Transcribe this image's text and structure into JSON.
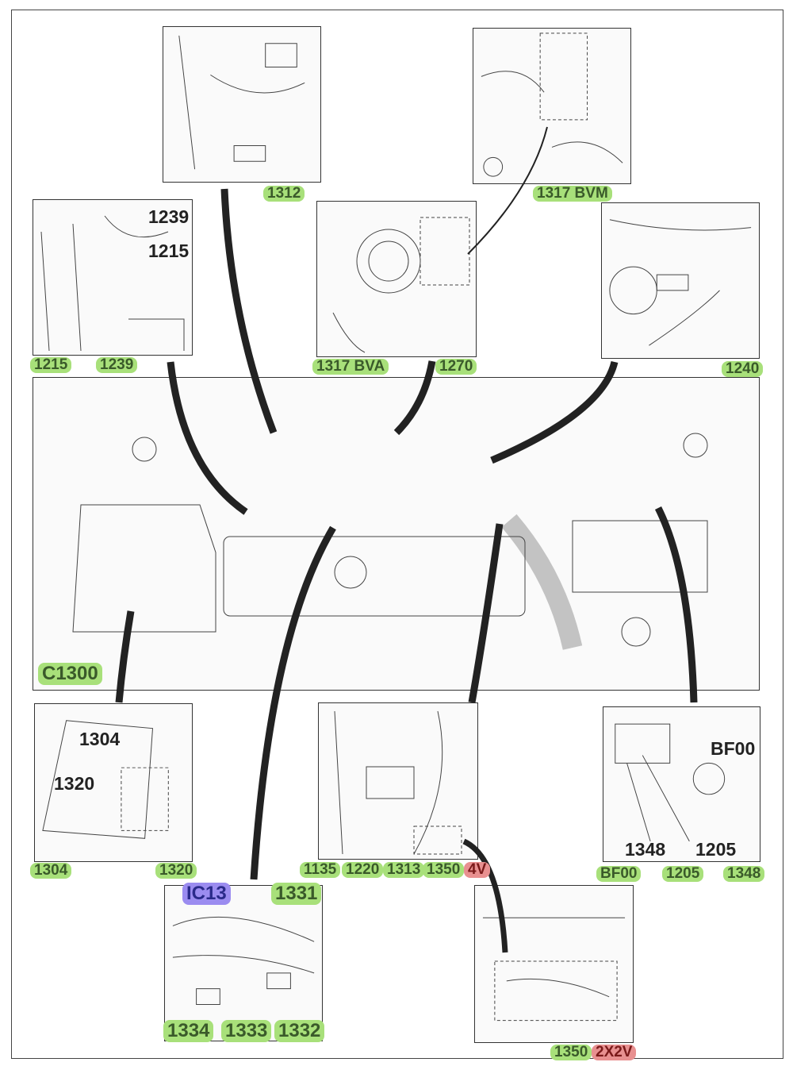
{
  "colors": {
    "green": "#a8e07a",
    "red": "#e89090",
    "purple": "#9b8cf0"
  },
  "labels": {
    "l1312": "1312",
    "l1317bvm": "1317 BVM",
    "l1215": "1215",
    "l1239": "1239",
    "l1317bva": "1317 BVA",
    "l1270": "1270",
    "l1240": "1240",
    "c1300": "C1300",
    "l1304": "1304",
    "l1320": "1320",
    "l1135": "1135",
    "l1220": "1220",
    "l1313": "1313",
    "l1350": "1350",
    "v4": "4V",
    "bf00": "BF00",
    "l1205": "1205",
    "l1348": "1348",
    "ic13": "IC13",
    "l1331": "1331",
    "l1334": "1334",
    "l1333": "1333",
    "l1332": "1332",
    "l1350b": "1350",
    "v2x2": "2X2V"
  },
  "callouts": {
    "c1239": "1239",
    "c1215": "1215",
    "c1304": "1304",
    "c1320": "1320",
    "cbf00": "BF00",
    "c1348": "1348",
    "c1205": "1205"
  }
}
